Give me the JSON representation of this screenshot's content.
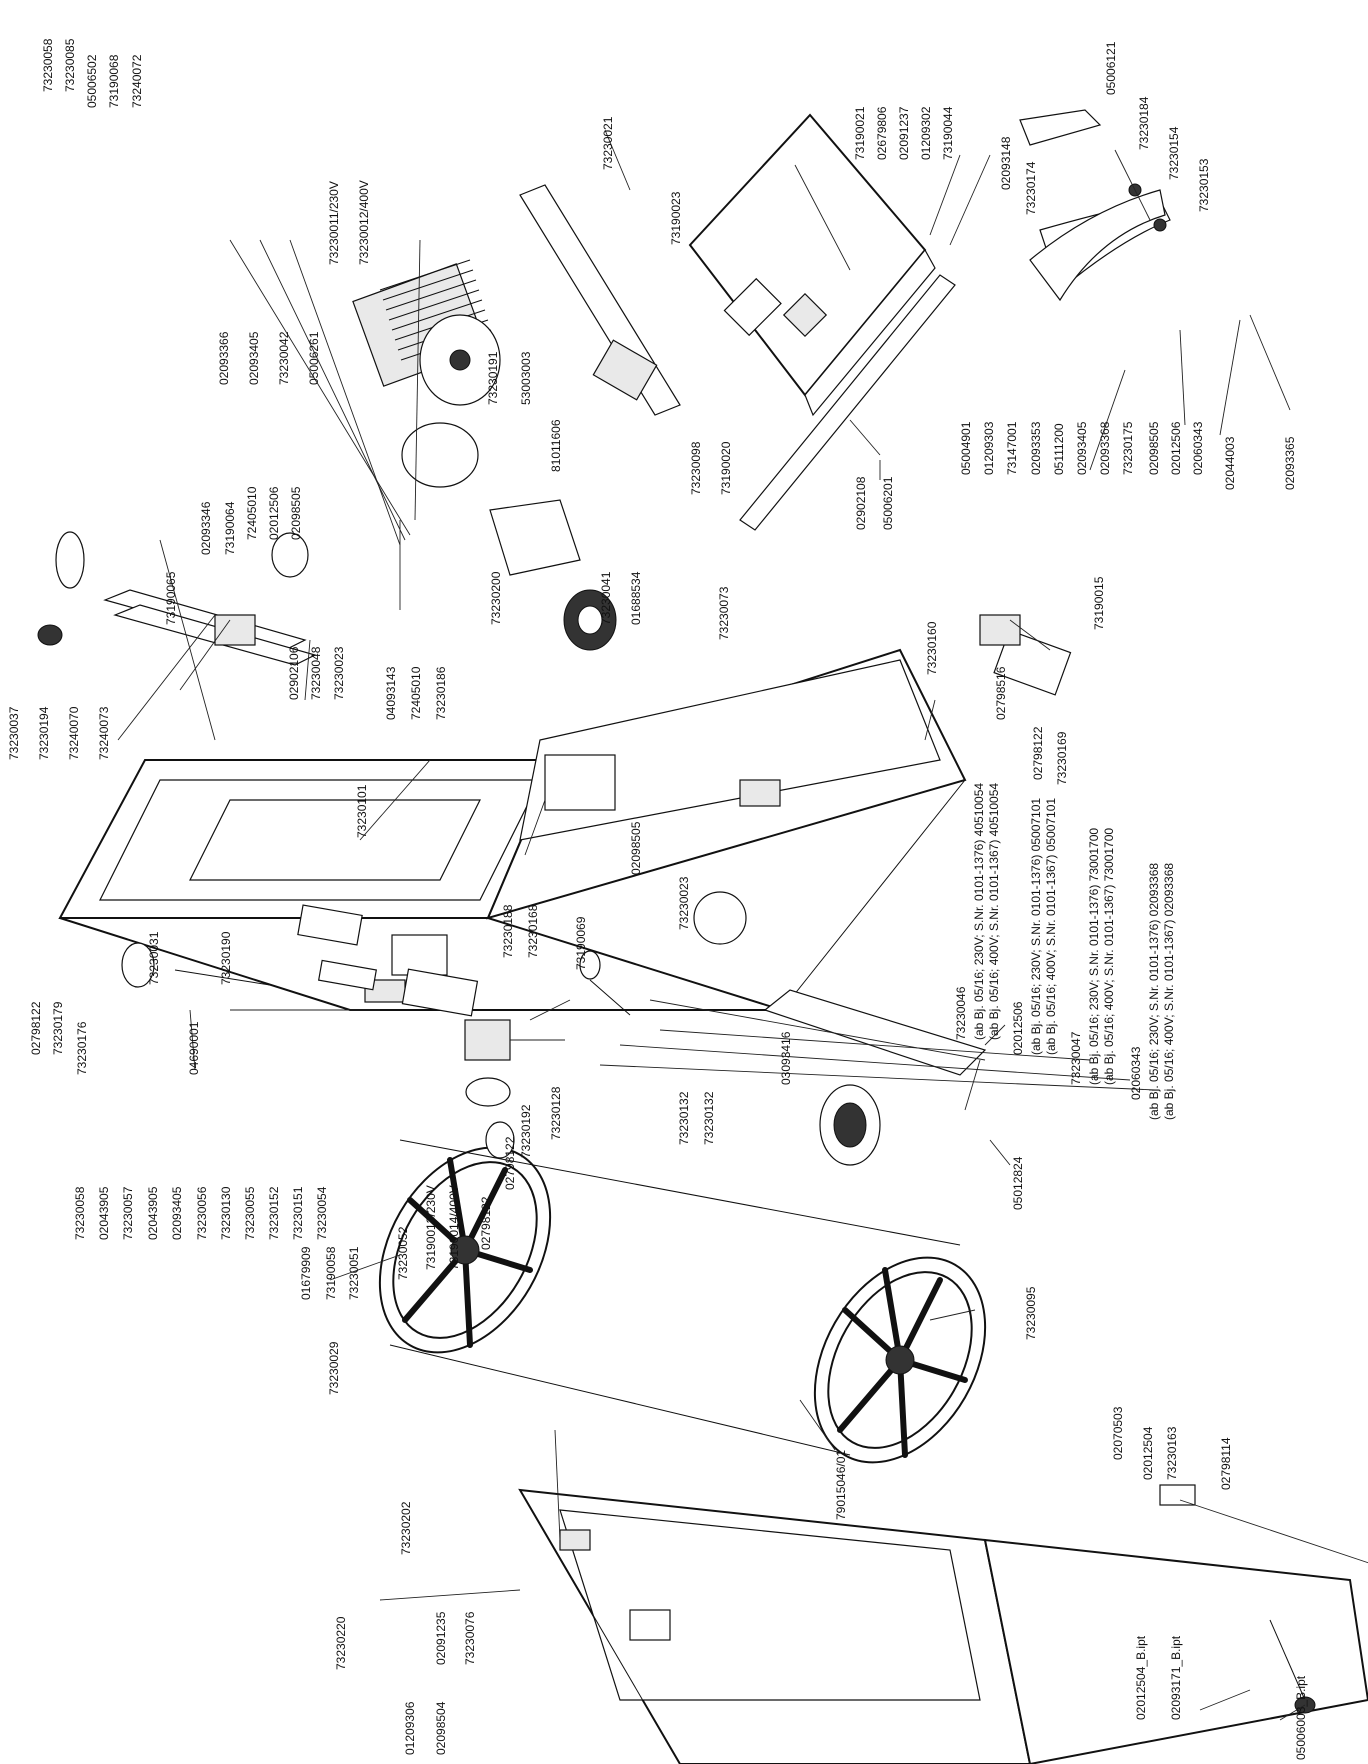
{
  "labels": {
    "l_73230058_top": "73230058",
    "l_73230085": "73230085",
    "l_05006502": "05006502",
    "l_73190068": "73190068",
    "l_73240072": "73240072",
    "l_73230037": "73230037",
    "l_73230194": "73230194",
    "l_73240070": "73240070",
    "l_73240073": "73240073",
    "l_73190065": "73190065",
    "l_02093346": "02093346",
    "l_73190064": "73190064",
    "l_72405010_a": "72405010",
    "l_02012506_a": "02012506",
    "l_02098505_a": "02098505",
    "l_02902106": "02902106",
    "l_73230048": "73230048",
    "l_73230023_a": "73230023",
    "l_04093143": "04093143",
    "l_72405010_b": "72405010",
    "l_73230186": "73230186",
    "l_02093366": "02093366",
    "l_02093405_a": "02093405",
    "l_73230042": "73230042",
    "l_05006261": "05006261",
    "l_73230011": "73230011/230V",
    "l_73230012": "73230012/400V",
    "l_73230191": "73230191",
    "l_53003003": "53003003",
    "l_81011606": "81011606",
    "l_73230200": "73230200",
    "l_73230041": "73230041",
    "l_01688534": "01688534",
    "l_73230021": "73230021",
    "l_73190023": "73190023",
    "l_73230098": "73230098",
    "l_73190020": "73190020",
    "l_73230073": "73230073",
    "l_02902108": "02902108",
    "l_05006201": "05006201",
    "l_73190021": "73190021",
    "l_02679806": "02679806",
    "l_02091237": "02091237",
    "l_01209302": "01209302",
    "l_73190044": "73190044",
    "l_02093148": "02093148",
    "l_05006121": "05006121",
    "l_73230184": "73230184",
    "l_73230174": "73230174",
    "l_73230154": "73230154",
    "l_73230153": "73230153",
    "l_05004901": "05004901",
    "l_01209303": "01209303",
    "l_73147001": "73147001",
    "l_02093353": "02093353",
    "l_05111200": "05111200",
    "l_02093405_b": "02093405",
    "l_02093368": "02093368",
    "l_73230175": "73230175",
    "l_02098505_b": "02098505",
    "l_02012506_b": "02012506",
    "l_02060343": "02060343",
    "l_02044003": "02044003",
    "l_02093365": "02093365",
    "l_73190015": "73190015",
    "l_73230160": "73230160",
    "l_02798516": "02798516",
    "l_02798122_a": "02798122",
    "l_73230169": "73230169",
    "l_73230101": "73230101",
    "l_73230190": "73230190",
    "l_73230031": "73230031",
    "l_73230188": "73230188",
    "l_73230168": "73230168",
    "l_73190069": "73190069",
    "l_02098505_c": "02098505",
    "l_73230023_b": "73230023",
    "l_02798122_b": "02798122",
    "l_73230179": "73230179",
    "l_73230176": "73230176",
    "l_04690001": "04690001",
    "l_73230046": "73230046",
    "n_73230046_a": "(ab Bj. 05/16; 230V; S.Nr. 0101-1376) 40510054",
    "n_73230046_b": "(ab Bj. 05/16; 400V; S.Nr. 0101-1367) 40510054",
    "l_02012506_c": "02012506",
    "n_02012506_a": "(ab Bj. 05/16; 230V; S.Nr. 0101-1376) 05007101",
    "n_02012506_b": "(ab Bj. 05/16; 400V; S.Nr. 0101-1367) 05007101",
    "l_73230047": "73230047",
    "n_73230047_a": "(ab Bj. 05/16; 230V; S.Nr. 0101-1376) 73001700",
    "n_73230047_b": "(ab Bj. 05/16; 400V; S.Nr. 0101-1367) 73001700",
    "l_02060343_b": "02060343",
    "n_02060343_a": "(ab Bj. 05/16; 230V; S.Nr. 0101-1376) 02093368",
    "n_02060343_b": "(ab Bj. 05/16; 400V; S.Nr. 0101-1367) 02093368",
    "l_73230058_b": "73230058",
    "l_02043905_a": "02043905",
    "l_73230057": "73230057",
    "l_02043905_b": "02043905",
    "l_02093405_c": "02093405",
    "l_73230056": "73230056",
    "l_73230130": "73230130",
    "l_73230055": "73230055",
    "l_73230152": "73230152",
    "l_73230151": "73230151",
    "l_73230054": "73230054",
    "l_73230128": "73230128",
    "l_73230192": "73230192",
    "l_02798122_c": "02798122",
    "l_02798122_d": "02798122",
    "l_73190014": "73190014/400V",
    "l_73190013": "73190013/230V",
    "l_73230052": "73230052",
    "l_73230051": "73230051",
    "l_73190058": "73190058",
    "l_01679909": "01679909",
    "l_03093416": "03093416",
    "l_05012824": "05012824",
    "l_73230132_a": "73230132",
    "l_73230132_b": "73230132",
    "l_73230029": "73230029",
    "l_73230095": "73230095",
    "l_79015046": "79015046/01",
    "l_02070503": "02070503",
    "l_02012504": "02012504",
    "l_73230163": "73230163",
    "l_02798114": "02798114",
    "l_73230202": "73230202",
    "l_73230220": "73230220",
    "l_02091235": "02091235",
    "l_73230076": "73230076",
    "l_01209306": "01209306",
    "l_02098504": "02098504",
    "l_02012504_B": "02012504_B.ipt",
    "l_02093171_B": "02093171_B.ipt",
    "l_05006003_B": "05006003_B.ipt"
  }
}
